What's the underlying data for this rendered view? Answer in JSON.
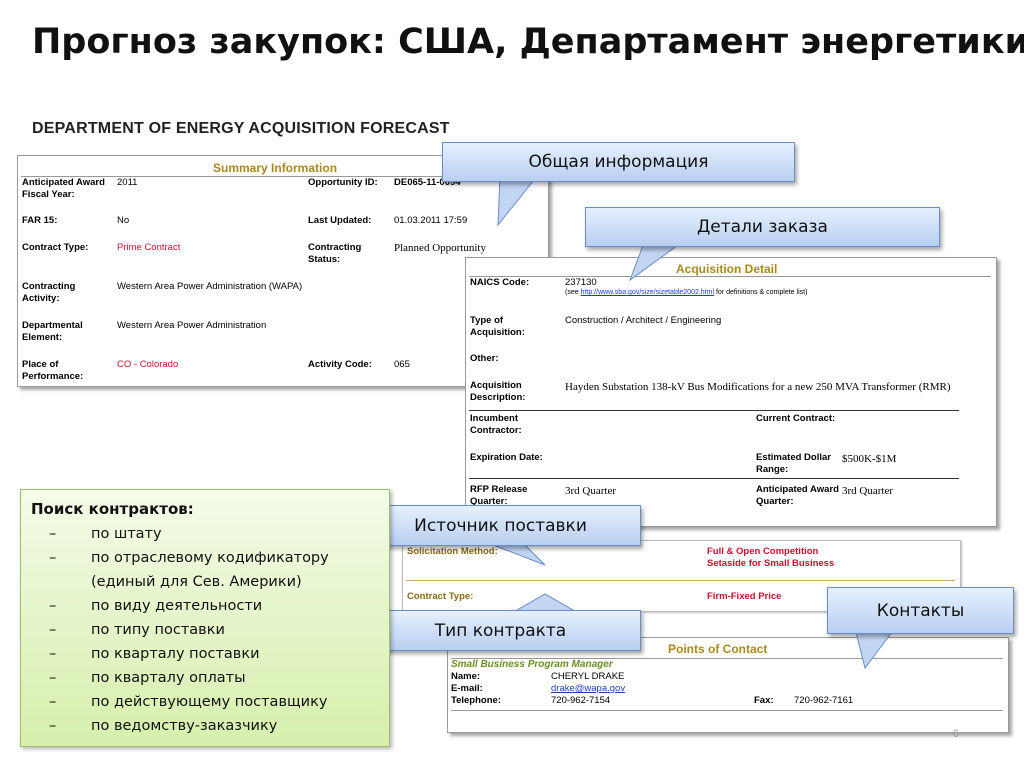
{
  "slide": {
    "title": "Прогноз закупок: США, Департамент энергетики",
    "doe_header": "DEPARTMENT OF ENERGY ACQUISITION FORECAST",
    "page_number": "6"
  },
  "summary": {
    "title": "Summary Information",
    "award_fy_label": "Anticipated Award Fiscal Year:",
    "award_fy_value": "2011",
    "opp_id_label": "Opportunity ID:",
    "opp_id_value": "DE065-11-0094",
    "far_label": "FAR 15:",
    "far_value": "No",
    "updated_label": "Last Updated:",
    "updated_value": "01.03.2011 17:59",
    "contract_type_label": "Contract Type:",
    "contract_type_value": "Prime Contract",
    "status_label": "Contracting Status:",
    "status_value": "Planned Opportunity",
    "activity_label": "Contracting Activity:",
    "activity_value": "Western Area Power Administration (WAPA)",
    "element_label": "Departmental Element:",
    "element_value": "Western Area Power Administration",
    "place_label": "Place of Performance:",
    "place_value": "CO - Colorado",
    "activity_code_label": "Activity Code:",
    "activity_code_value": "065"
  },
  "acquisition": {
    "title": "Acquisition Detail",
    "naics_label": "NAICS Code:",
    "naics_value": "237130",
    "naics_note_prefix": "(see ",
    "naics_link": "http://www.sba.gov/size/sizetable2002.html",
    "naics_note_suffix": " for definitions & complete list)",
    "type_label": "Type of Acquisition:",
    "type_value": "Construction / Architect / Engineering",
    "other_label": "Other:",
    "desc_label": "Acquisition Description:",
    "desc_value": "Hayden Substation 138-kV Bus Modifications for a new 250 MVA Transformer (RMR)",
    "incumbent_label": "Incumbent Contractor:",
    "current_label": "Current Contract:",
    "expiration_label": "Expiration Date:",
    "dollar_label": "Estimated Dollar Range:",
    "dollar_value": "$500K-$1M",
    "rfp_label": "RFP Release Quarter:",
    "rfp_value": "3rd Quarter",
    "award_q_label": "Anticipated Award Quarter:",
    "award_q_value": "3rd Quarter"
  },
  "solicitation": {
    "method_label": "Solicitation Method:",
    "method_value_1": "Full & Open Competition",
    "method_value_2": "Setaside for Small Business",
    "ctype_label": "Contract Type:",
    "ctype_value": "Firm-Fixed Price"
  },
  "contacts": {
    "title": "Points of Contact",
    "role": "Small Business Program Manager",
    "name_label": "Name:",
    "name_value": "CHERYL DRAKE",
    "email_label": "E-mail:",
    "email_value": "drake@wapa.gov",
    "phone_label": "Telephone:",
    "phone_value": "720-962-7154",
    "fax_label": "Fax:",
    "fax_value": "720-962-7161"
  },
  "callouts": {
    "general": "Общая информация",
    "details": "Детали заказа",
    "source": "Источник поставки",
    "contract_type": "Тип контракта",
    "contacts": "Контакты"
  },
  "search": {
    "title": "Поиск контрактов:",
    "dash": "–",
    "items": [
      "по штату",
      "по отраслевому кодификатору (единый для Сев. Америки)",
      "по виду деятельности",
      "по типу поставки",
      "по кварталу поставки",
      "по кварталу оплаты",
      "по действующему поставщику",
      "по ведомству-заказчику"
    ]
  },
  "colors": {
    "callout_border": "#6a8cc8",
    "search_border": "#9bbf6a",
    "panel_title": "#a88a1a",
    "red_value": "#c8102e"
  }
}
